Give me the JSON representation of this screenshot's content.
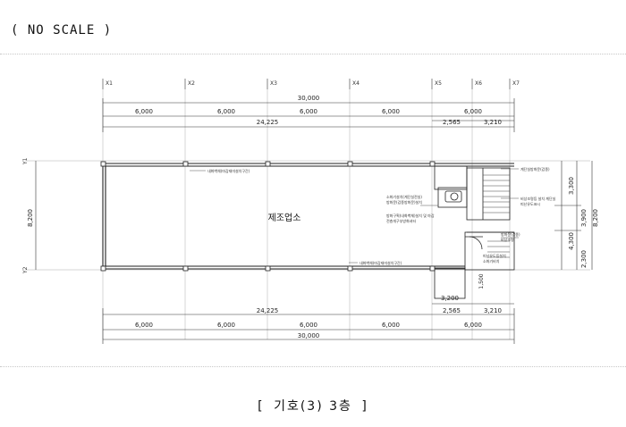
{
  "header": {
    "note": "( NO SCALE )"
  },
  "caption": {
    "open": "[",
    "text": "기호(3) 3층",
    "close": "]"
  },
  "plan": {
    "room_label": "제조업소",
    "grid_x": [
      "X1",
      "X2",
      "X3",
      "X4",
      "X5",
      "X6",
      "X7"
    ],
    "grid_y": [
      "Y1",
      "Y2"
    ],
    "dims_top": {
      "overall": "30,000",
      "bays": [
        "6,000",
        "6,000",
        "6,000",
        "6,000",
        "6,000"
      ],
      "inner": "24,225",
      "core_a": "2,565",
      "core_b": "3,210"
    },
    "dims_bottom": {
      "overall": "30,000",
      "bays": [
        "6,000",
        "6,000",
        "6,000",
        "6,000",
        "6,000"
      ],
      "inner": "24,225",
      "core_a": "2,565",
      "core_b": "3,210",
      "sub": "3,200",
      "sub_v": "1,500"
    },
    "dims_left": "8,200",
    "dims_right": {
      "seg1": "3,300",
      "seg2": "3,900",
      "seg3": "4,300",
      "seg4": "2,300",
      "overall": "8,200"
    },
    "notes": {
      "wall_top": "내화벽체(마감재미설치구간)",
      "wall_bottom": "내화벽체(마감재미설치구간)",
      "core_1": "소화기설치(계단실전실)",
      "core_2": "방화문(갑종방화문)설치",
      "core_3": "방화구획(내화벽체)설치 및 마감",
      "core_4": "전층개구부방화셔터",
      "stair_1": "계단실방화문(갑종)",
      "stair_2": "비상조명등 설치 계단실",
      "stair_3": "피난유도표시",
      "lower_1": "방화문(갑종)",
      "lower_2": "비상조명",
      "lower_3": "피난유도등설치",
      "lower_4": "소화기비치"
    }
  }
}
